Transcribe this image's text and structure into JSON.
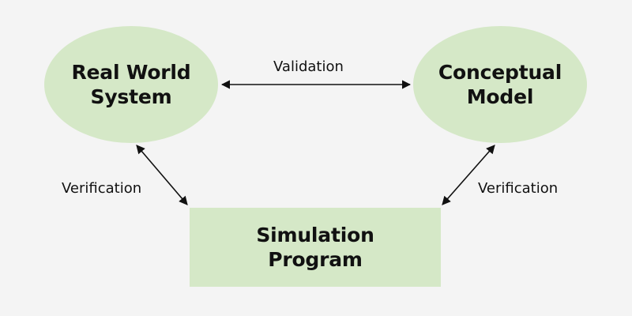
{
  "colors": {
    "background": "#f4f4f4",
    "node_fill": "#d5e8c7",
    "text": "#111111",
    "arrow": "#111111"
  },
  "nodes": {
    "real_world_system": {
      "line1": "Real World",
      "line2": "System"
    },
    "conceptual_model": {
      "line1": "Conceptual",
      "line2": "Model"
    },
    "simulation_program": {
      "line1": "Simulation",
      "line2": "Program"
    }
  },
  "edges": {
    "validation": {
      "label": "Validation",
      "direction": "bidirectional"
    },
    "verification_left": {
      "label": "Verification",
      "direction": "bidirectional"
    },
    "verification_right": {
      "label": "Verification",
      "direction": "bidirectional"
    }
  }
}
